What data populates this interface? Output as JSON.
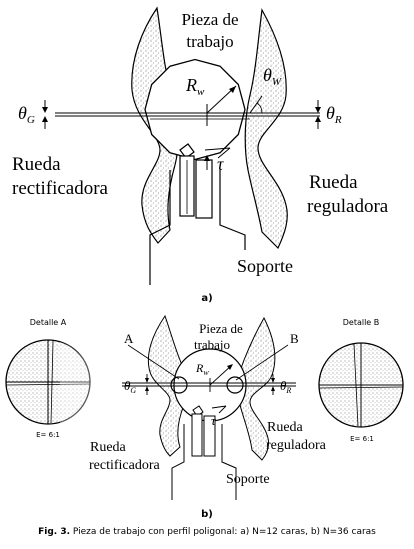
{
  "diagram_a": {
    "workpiece": "Pieza de",
    "workpiece2": "trabajo",
    "grinding_wheel": "Rueda",
    "grinding_wheel2": "rectificadora",
    "regulating_wheel": "Rueda",
    "regulating_wheel2": "reguladora",
    "support": "Soporte",
    "radius": "R",
    "radius_sub": "w",
    "theta_w": "θ",
    "theta_w_sub": "W",
    "theta_g": "θ",
    "theta_g_sub": "G",
    "theta_r": "θ",
    "theta_r_sub": "R",
    "tau": "τ",
    "sublabel": "a)"
  },
  "diagram_b": {
    "detail_a": "Detalle A",
    "detail_b": "Detalle B",
    "scale_a": "E= 6:1",
    "scale_b": "E= 6:1",
    "point_a": "A",
    "point_b": "B",
    "workpiece": "Pieza de",
    "workpiece2": "trabajo",
    "grinding_wheel": "Rueda",
    "grinding_wheel2": "rectificadora",
    "regulating_wheel": "Rueda",
    "regulating_wheel2": "reguladora",
    "support": "Soporte",
    "radius": "R",
    "radius_sub": "w",
    "theta_g": "θ",
    "theta_g_sub": "G",
    "theta_r": "θ",
    "theta_r_sub": "R",
    "tau": "τ",
    "sublabel": "b)"
  },
  "caption": {
    "figno": "Fig. 3.",
    "text": " Pieza de trabajo con perfil poligonal: a) N=12 caras, b)  N=36 caras"
  }
}
